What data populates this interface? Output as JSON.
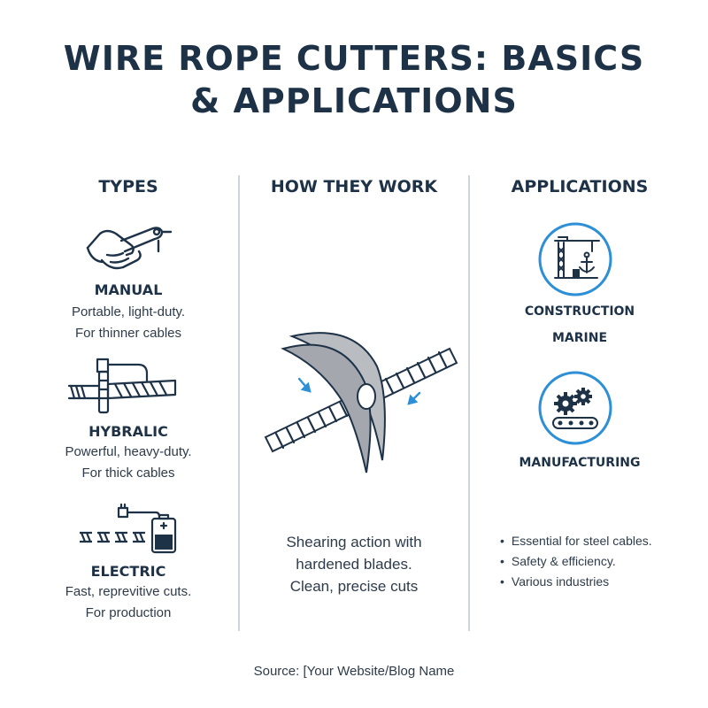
{
  "title": {
    "line1": "WIRE ROPE CUTTERS: BASICS",
    "line2": "& APPLICATIONS"
  },
  "columns": {
    "types": {
      "heading": "TYPES",
      "items": [
        {
          "name": "MANUAL",
          "desc_line1": "Portable, light-duty.",
          "desc_line2": "For thinner cables",
          "icon": "hand-cutter-icon"
        },
        {
          "name": "HYBRALIC",
          "desc_line1": "Powerful, heavy-duty.",
          "desc_line2": "For thick cables",
          "icon": "hydraulic-cutter-icon"
        },
        {
          "name": "ELECTRIC",
          "desc_line1": "Fast, reprevitive cuts.",
          "desc_line2": "For production",
          "icon": "battery-cutter-icon"
        }
      ]
    },
    "how": {
      "heading": "HOW THEY WORK",
      "desc_line1": "Shearing action with",
      "desc_line2": "hardened blades.",
      "desc_line3": "Clean, precise cuts",
      "icon": "blade-shearing-icon"
    },
    "applications": {
      "heading": "APPLICATIONS",
      "items": [
        {
          "label": "CONSTRUCTION",
          "icon": "crane-anchor-icon"
        },
        {
          "label": "MARINE"
        },
        {
          "label": "MANUFACTURING",
          "icon": "gears-conveyor-icon"
        }
      ],
      "bullets": [
        "Essential for steel cables.",
        "Safety & efficiency.",
        "Various industries"
      ]
    }
  },
  "source": "Source: [Your Website/Blog Name",
  "colors": {
    "text": "#1e3247",
    "accent": "#2d8fd6",
    "blade": "#a9adb2",
    "divider": "#cfd5dc"
  }
}
